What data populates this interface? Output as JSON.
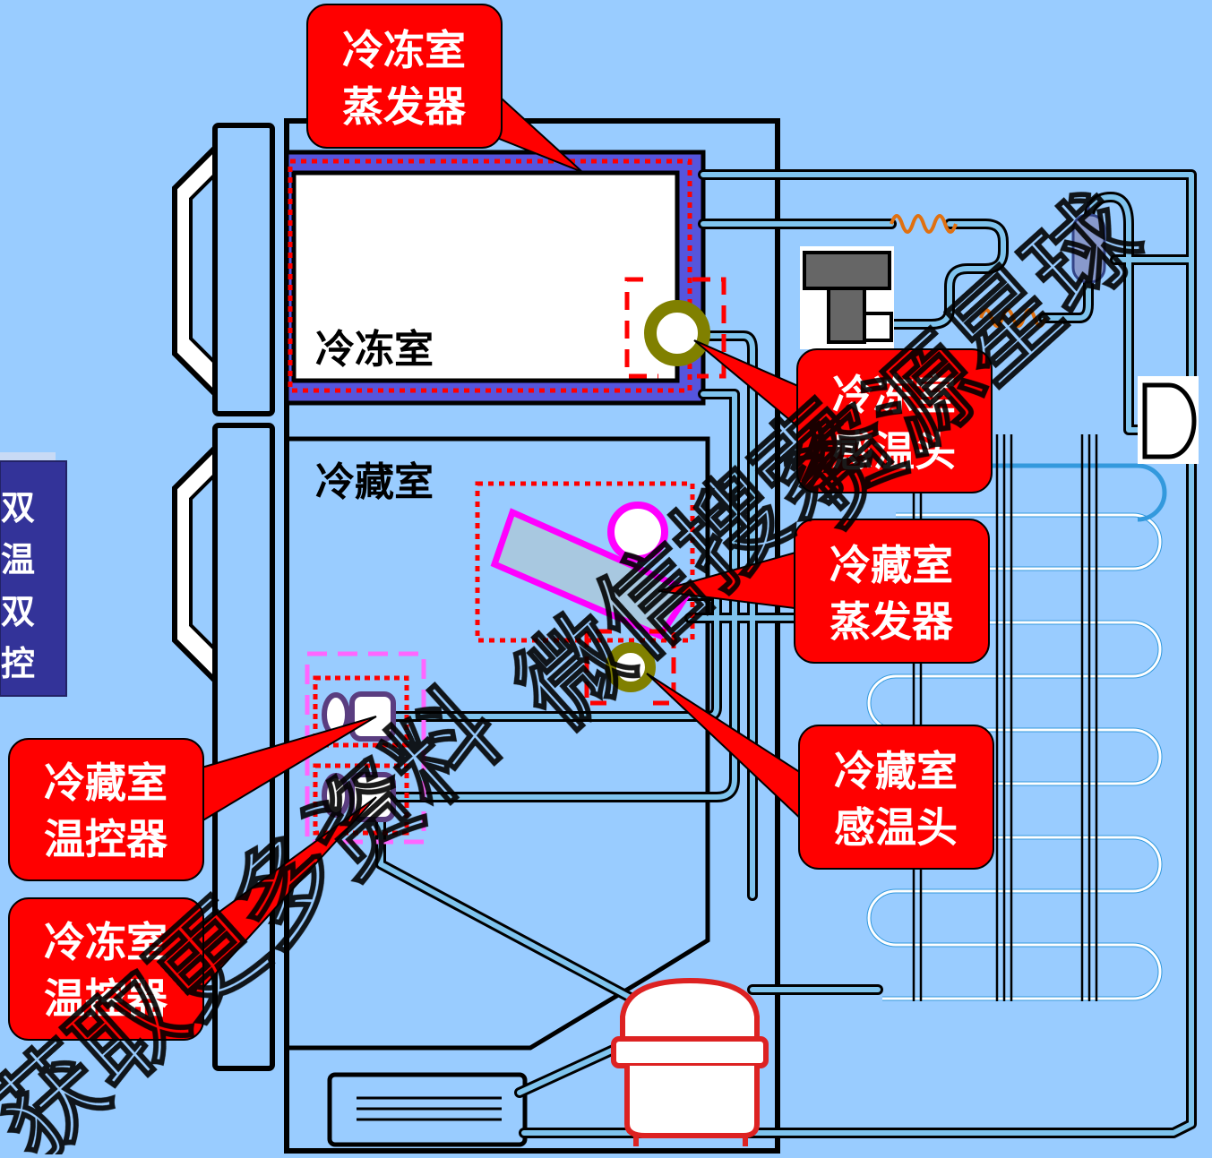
{
  "rooms": {
    "freezer_label": "冷冻室",
    "fridge_label": "冷藏室"
  },
  "side_banner": {
    "lines": [
      "双",
      "温",
      "双",
      "控"
    ]
  },
  "callouts": {
    "freezer_evaporator": [
      "冷冻室",
      "蒸发器"
    ],
    "freezer_sensor": [
      "冷冻室",
      "感温头"
    ],
    "fridge_evaporator": [
      "冷藏室",
      "蒸发器"
    ],
    "fridge_sensor": [
      "冷藏室",
      "感温头"
    ],
    "fridge_thermostat": [
      "冷藏室",
      "温控器"
    ],
    "freezer_thermostat": [
      "冷冻室",
      "温控器"
    ]
  },
  "watermark": {
    "part1": "获取更多资料",
    "part2": "微信搜索",
    "part3": "资源星球"
  },
  "colors": {
    "background": "#99ccff",
    "callout_fill": "#ff0000",
    "pipe": "#3399dd",
    "evaporator_highlight": "#ff00ff",
    "sensor_ring": "#808000",
    "compressor": "#dd2222",
    "banner": "#333399"
  }
}
